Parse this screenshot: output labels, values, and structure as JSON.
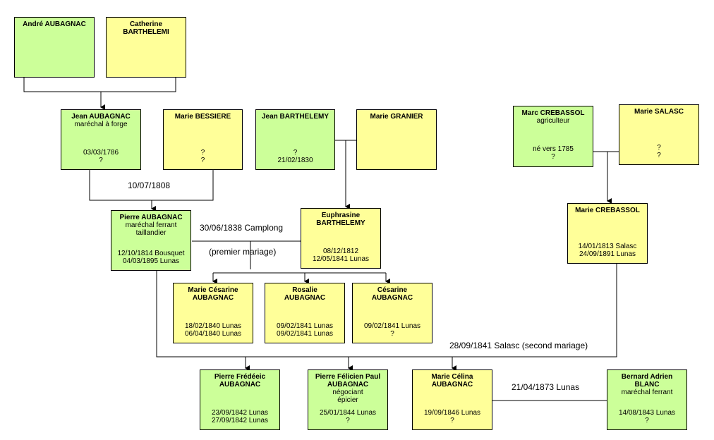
{
  "people": {
    "andre": {
      "name": [
        "André AUBAGNAC"
      ],
      "info": [],
      "dates": []
    },
    "catherine": {
      "name": [
        "Catherine",
        "BARTHELEMI"
      ],
      "info": [],
      "dates": []
    },
    "jean_a": {
      "name": [
        "Jean AUBAGNAC"
      ],
      "info": [
        "maréchal à forge"
      ],
      "dates": [
        "03/03/1786",
        "?"
      ]
    },
    "marie_b": {
      "name": [
        "Marie BESSIERE"
      ],
      "info": [],
      "dates": [
        "?",
        "?"
      ]
    },
    "jean_b": {
      "name": [
        "Jean BARTHELEMY"
      ],
      "info": [],
      "dates": [
        "?",
        "21/02/1830"
      ]
    },
    "marie_g": {
      "name": [
        "Marie GRANIER"
      ],
      "info": [],
      "dates": []
    },
    "marc": {
      "name": [
        "Marc CREBASSOL"
      ],
      "info": [
        "agriculteur"
      ],
      "dates": [
        "né vers 1785",
        "?"
      ]
    },
    "marie_s": {
      "name": [
        "Marie SALASC"
      ],
      "info": [],
      "dates": [
        "?",
        "?"
      ]
    },
    "pierre": {
      "name": [
        "Pierre AUBAGNAC"
      ],
      "info": [
        "maréchal ferrant",
        "taillandier"
      ],
      "dates": [
        "12/10/1814 Bousquet",
        "04/03/1895 Lunas"
      ]
    },
    "euphrasine": {
      "name": [
        "Euphrasine",
        "BARTHELEMY"
      ],
      "info": [],
      "dates": [
        "08/12/1812",
        "12/05/1841 Lunas"
      ]
    },
    "marie_c": {
      "name": [
        "Marie CREBASSOL"
      ],
      "info": [],
      "dates": [
        "14/01/1813 Salasc",
        "24/09/1891 Lunas"
      ]
    },
    "cesarine_m": {
      "name": [
        "Marie Césarine",
        "AUBAGNAC"
      ],
      "info": [],
      "dates": [
        "18/02/1840 Lunas",
        "06/04/1840 Lunas"
      ]
    },
    "rosalie": {
      "name": [
        "Rosalie",
        "AUBAGNAC"
      ],
      "info": [],
      "dates": [
        "09/02/1841 Lunas",
        "09/02/1841 Lunas"
      ]
    },
    "cesarine": {
      "name": [
        "Césarine",
        "AUBAGNAC"
      ],
      "info": [],
      "dates": [
        "09/02/1841 Lunas",
        "?"
      ]
    },
    "pierre_f": {
      "name": [
        "Pierre Frédéeic",
        "AUBAGNAC"
      ],
      "info": [],
      "dates": [
        "23/09/1842 Lunas",
        "27/09/1842 Lunas"
      ]
    },
    "pierre_fp": {
      "name": [
        "Pierre Félicien Paul",
        "AUBAGNAC"
      ],
      "info": [
        "négociant",
        "épicier"
      ],
      "dates": [
        "25/01/1844 Lunas",
        "?"
      ]
    },
    "marie_cel": {
      "name": [
        "Marie Célina",
        "AUBAGNAC"
      ],
      "info": [],
      "dates": [
        "19/09/1846 Lunas",
        "?"
      ]
    },
    "bernard": {
      "name": [
        "Bernard Adrien",
        "BLANC"
      ],
      "info": [
        "maréchal ferrant"
      ],
      "dates": [
        "14/08/1843 Lunas",
        "?"
      ]
    }
  },
  "labels": {
    "m1808": "10/07/1808",
    "m1838": "30/06/1838 Camplong",
    "premier": "(premier mariage)",
    "m1841": "28/09/1841 Salasc (second mariage)",
    "m1873": "21/04/1873 Lunas"
  },
  "colors": {
    "male": "#ccff99",
    "female": "#ffff99",
    "line": "#000000"
  }
}
